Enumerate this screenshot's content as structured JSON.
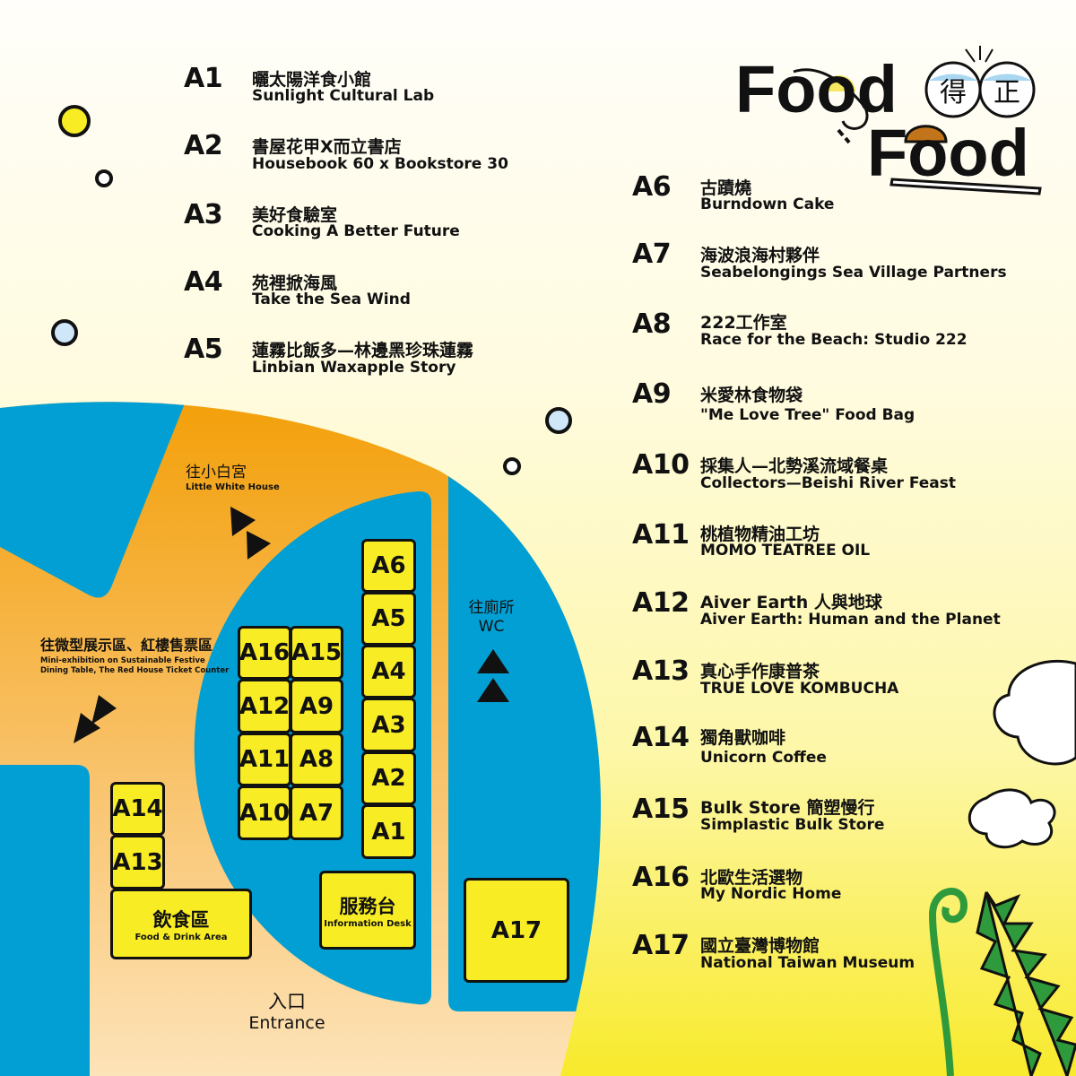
{
  "logo": {
    "line1": "Food",
    "line2": "Food",
    "badge_left": "得",
    "badge_right": "正"
  },
  "vendors": [
    {
      "code": "A1",
      "zh": "曬太陽洋食小館",
      "en": "Sunlight Cultural Lab"
    },
    {
      "code": "A2",
      "zh": "書屋花甲X而立書店",
      "en": "Housebook 60 x Bookstore 30"
    },
    {
      "code": "A3",
      "zh": "美好食驗室",
      "en": "Cooking A Better Future"
    },
    {
      "code": "A4",
      "zh": "苑裡掀海風",
      "en": "Take the Sea Wind"
    },
    {
      "code": "A5",
      "zh": "蓮霧比飯多—林邊黑珍珠蓮霧",
      "en": "Linbian Waxapple Story"
    },
    {
      "code": "A6",
      "zh": "古蹟燒",
      "en": "Burndown Cake"
    },
    {
      "code": "A7",
      "zh": "海波浪海村夥伴",
      "en": "Seabelongings Sea Village Partners"
    },
    {
      "code": "A8",
      "zh": "222工作室",
      "en": "Race for the Beach: Studio 222"
    },
    {
      "code": "A9",
      "zh": "米愛林食物袋",
      "en": "\"Me Love Tree\" Food Bag"
    },
    {
      "code": "A10",
      "zh": "採集人—北勢溪流域餐桌",
      "en": "Collectors—Beishi River Feast"
    },
    {
      "code": "A11",
      "zh": "桃植物精油工坊",
      "en": "MOMO TEATREE OIL"
    },
    {
      "code": "A12",
      "zh": "Aiver Earth 人與地球",
      "en": "Aiver Earth: Human and the Planet"
    },
    {
      "code": "A13",
      "zh": "真心手作康普茶",
      "en": "TRUE LOVE KOMBUCHA"
    },
    {
      "code": "A14",
      "zh": "獨角獸咖啡",
      "en": "Unicorn Coffee"
    },
    {
      "code": "A15",
      "zh": "Bulk Store 簡塑慢行",
      "en": "Simplastic Bulk Store"
    },
    {
      "code": "A16",
      "zh": "北歐生活選物",
      "en": "My Nordic Home"
    },
    {
      "code": "A17",
      "zh": "國立臺灣博物館",
      "en": "National Taiwan Museum"
    }
  ],
  "map": {
    "little_white_house_zh": "往小白宮",
    "little_white_house_en": "Little White House",
    "mini_exhibition_zh": "往微型展示區、紅樓售票區",
    "mini_exhibition_en1": "Mini-exhibition on Sustainable Festive",
    "mini_exhibition_en2": "Dining Table, The Red House Ticket Counter",
    "wc_zh": "往廁所",
    "wc_en": "WC",
    "entrance_zh": "入口",
    "entrance_en": "Entrance",
    "food_area_zh": "飲食區",
    "food_area_en": "Food & Drink Area",
    "info_desk_zh": "服務台",
    "info_desk_en": "Information Desk",
    "booths": {
      "A1": "A1",
      "A2": "A2",
      "A3": "A3",
      "A4": "A4",
      "A5": "A5",
      "A6": "A6",
      "A7": "A7",
      "A8": "A8",
      "A9": "A9",
      "A10": "A10",
      "A11": "A11",
      "A12": "A12",
      "A13": "A13",
      "A14": "A14",
      "A15": "A15",
      "A16": "A16",
      "A17": "A17"
    }
  },
  "colors": {
    "blue": "#019fd3",
    "orange": "#f3a20e",
    "booth": "#f8ec24",
    "fern": "#2f9a3c"
  }
}
